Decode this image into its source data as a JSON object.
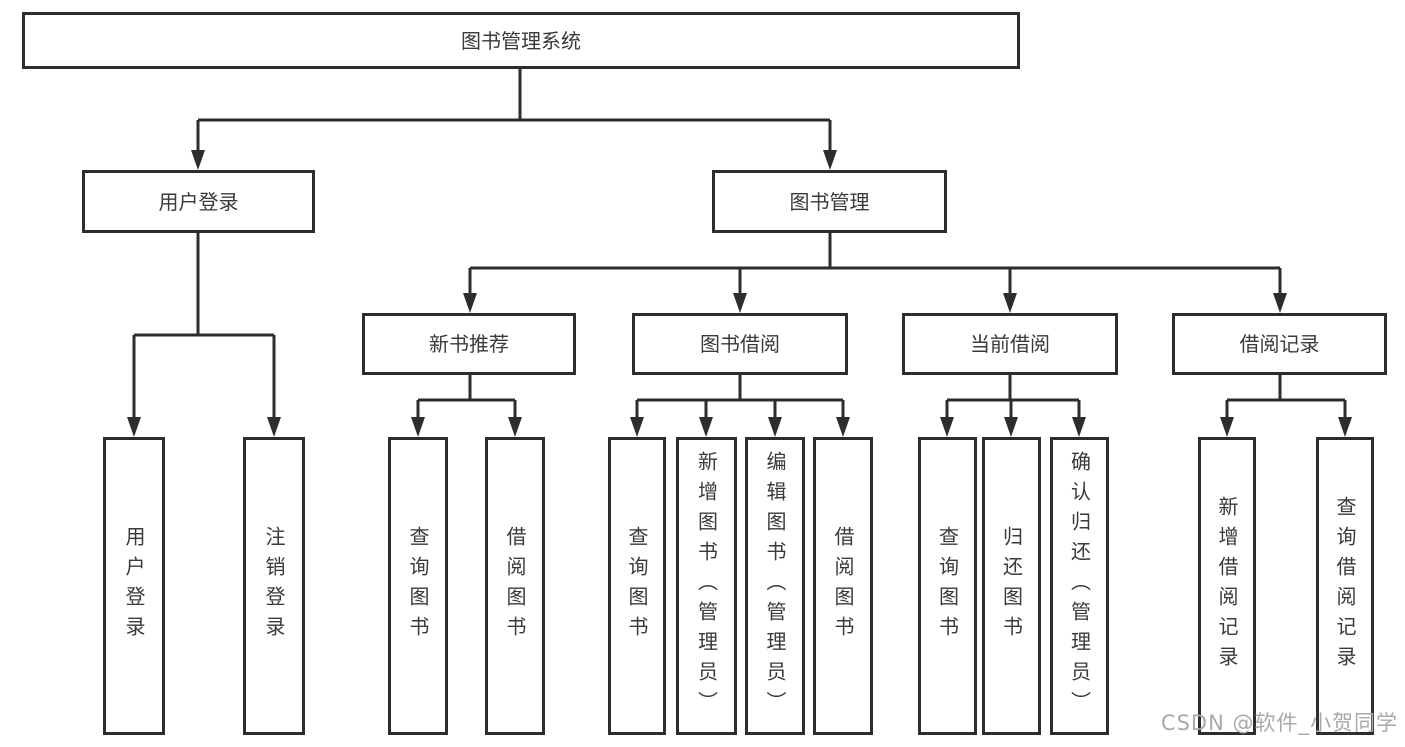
{
  "tree": {
    "label": "图书管理系统",
    "children": [
      {
        "label": "用户登录",
        "children": [
          {
            "label": "用户登录"
          },
          {
            "label": "注销登录"
          }
        ]
      },
      {
        "label": "图书管理",
        "children": [
          {
            "label": "新书推荐",
            "children": [
              {
                "label": "查询图书"
              },
              {
                "label": "借阅图书"
              }
            ]
          },
          {
            "label": "图书借阅",
            "children": [
              {
                "label": "查询图书"
              },
              {
                "label": "新增图书（管理员）"
              },
              {
                "label": "编辑图书（管理员）"
              },
              {
                "label": "借阅图书"
              }
            ]
          },
          {
            "label": "当前借阅",
            "children": [
              {
                "label": "查询图书"
              },
              {
                "label": "归还图书"
              },
              {
                "label": "确认归还（管理员）"
              }
            ]
          },
          {
            "label": "借阅记录",
            "children": [
              {
                "label": "新增借阅记录"
              },
              {
                "label": "查询借阅记录"
              }
            ]
          }
        ]
      }
    ]
  },
  "watermark": {
    "text": "CSDN @软件_小贺同学"
  },
  "colors": {
    "line": "#2d2d2d",
    "text": "#3a3a3a",
    "box_background": "#ffffff",
    "watermark": "#a9a9a9",
    "page_background": "#ffffff"
  }
}
